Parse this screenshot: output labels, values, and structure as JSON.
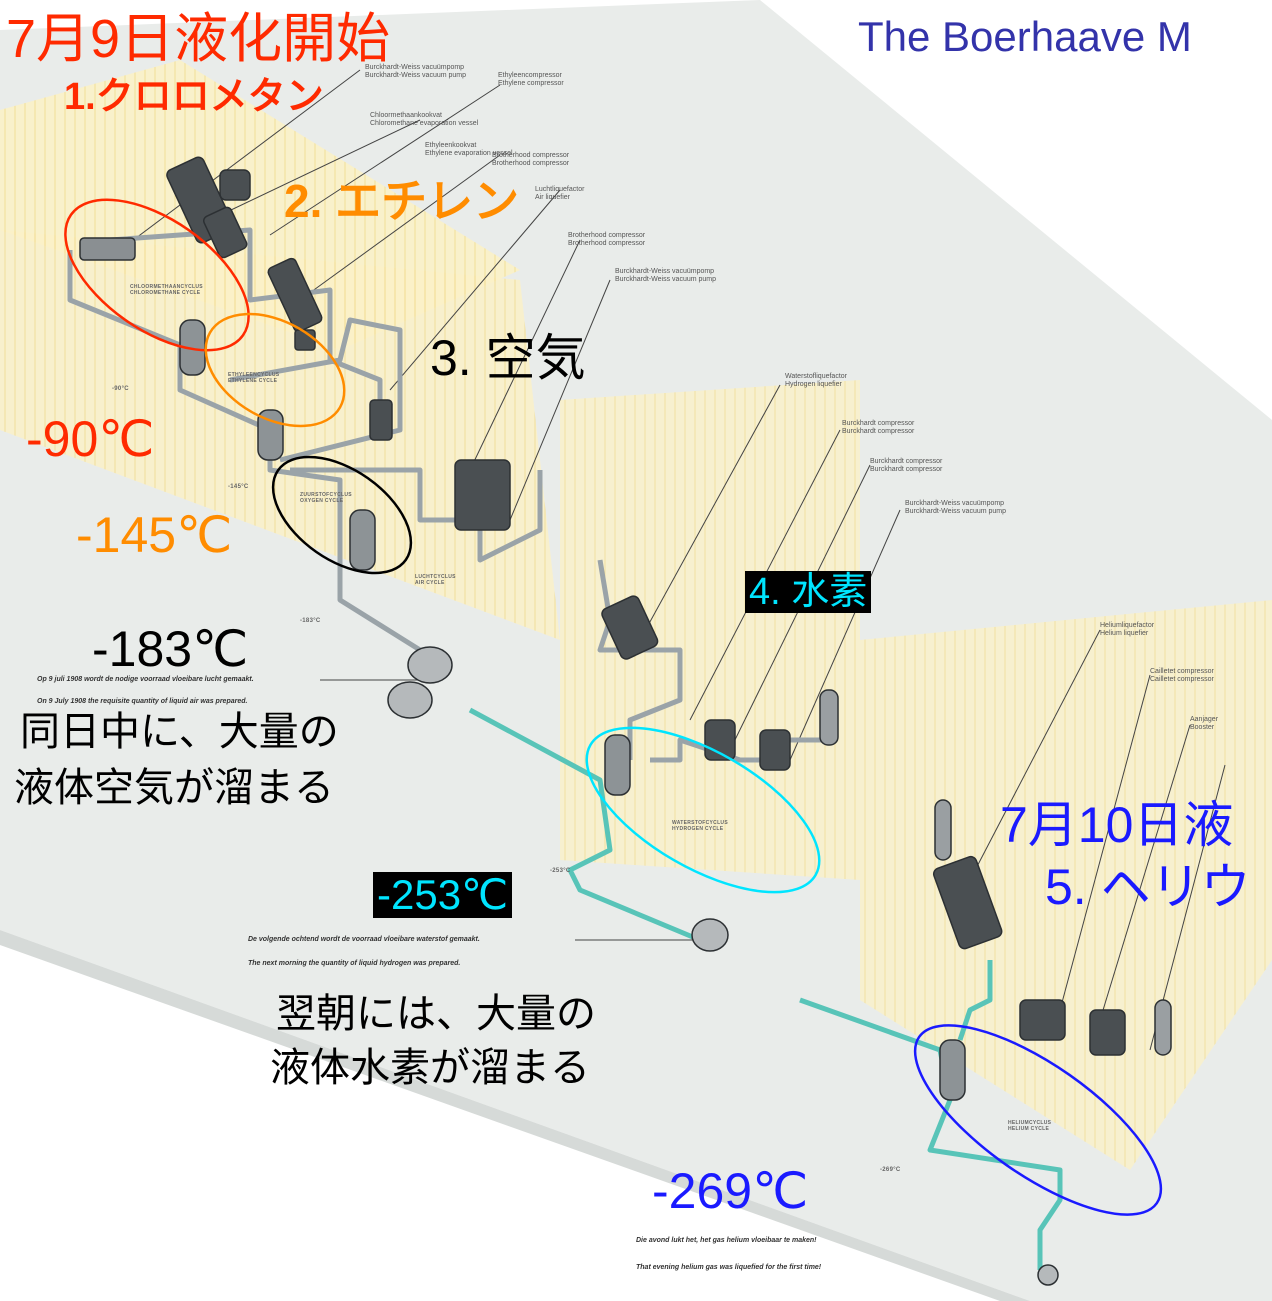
{
  "colors": {
    "red": "#ff2a00",
    "orange": "#ff8c00",
    "black": "#000000",
    "cyan": "#00e5ff",
    "blue": "#1a1aff",
    "title_blue": "#3333aa",
    "yellow_band": "#fbf1c8",
    "pipe_gray": "#9aa3a8",
    "pipe_teal": "#58c4b8"
  },
  "header": {
    "museum": "The Boerhaave M"
  },
  "annotations": {
    "start_date": "7月9日液化開始",
    "step1": "1.クロロメタン",
    "step2": "2. エチレン",
    "step3": "3. 空気",
    "step4": "4. 水素",
    "step5_date": "7月10日液",
    "step5": "5. ヘリウ",
    "temp_chloromethane": "-90℃",
    "temp_ethylene": "-145℃",
    "temp_air": "-183℃",
    "temp_hydrogen": "-253℃",
    "temp_helium": "-269℃",
    "air_note_line1": "同日中に、大量の",
    "air_note_line2": "液体空気が溜まる",
    "hydrogen_note_line1": "翌朝には、大量の",
    "hydrogen_note_line2": "液体水素が溜まる"
  },
  "poster": {
    "labels": {
      "l1_nl": "Burckhardt-Weiss vacuümpomp",
      "l1_en": "Burckhardt-Weiss vacuum pump",
      "l2_nl": "Chloormethaankookvat",
      "l2_en": "Chloromethane evaporation vessel",
      "l3_nl": "Ethyleencompressor",
      "l3_en": "Ethylene compressor",
      "l4_nl": "Ethyleenkookvat",
      "l4_en": "Ethylene evaporation vessel",
      "l5_nl": "Brotherhood compressor",
      "l5_en": "Brotherhood compressor",
      "l6_nl": "Luchtliquefactor",
      "l6_en": "Air liquefier",
      "l7_nl": "Brotherhood compressor",
      "l7_en": "Brotherhood compressor",
      "l8_nl": "Burckhardt-Weiss vacuümpomp",
      "l8_en": "Burckhardt-Weiss vacuum pump",
      "l9_nl": "Waterstofliquefactor",
      "l9_en": "Hydrogen liquefier",
      "l10_nl": "Burckhardt compressor",
      "l10_en": "Burckhardt compressor",
      "l11_nl": "Burckhardt compressor",
      "l11_en": "Burckhardt compressor",
      "l12_nl": "Burckhardt-Weiss vacuümpomp",
      "l12_en": "Burckhardt-Weiss vacuum pump",
      "l13_nl": "Heliumliquefactor",
      "l13_en": "Helium liquefier",
      "l14_nl": "Cailletet compressor",
      "l14_en": "Cailletet compressor",
      "l15_nl": "Aanjager",
      "l15_en": "Booster"
    },
    "cycles": {
      "chloro_nl": "CHLOORMETHAANCYCLUS",
      "chloro_en": "CHLOROMETHANE CYCLE",
      "ethyl_nl": "ETHYLEENCYCLUS",
      "ethyl_en": "ETHYLENE CYCLE",
      "oxygen_nl": "ZUURSTOFCYCLUS",
      "oxygen_en": "OXYGEN CYCLE",
      "air_nl": "LUCHTCYCLUS",
      "air_en": "AIR CYCLE",
      "hydrogen_nl": "WATERSTOFCYCLUS",
      "hydrogen_en": "HYDROGEN CYCLE",
      "helium_nl": "HELIUMCYCLUS",
      "helium_en": "HELIUM CYCLE"
    },
    "small_temps": {
      "t90": "-90°C",
      "t145": "-145°C",
      "t183": "-183°C",
      "t253": "-253°C",
      "t269": "-269°C"
    },
    "notes": {
      "air_nl": "Op 9 juli 1908 wordt de nodige voorraad vloeibare lucht gemaakt.",
      "air_en": "On 9 July 1908 the requisite quantity of liquid air was prepared.",
      "hydrogen_nl": "De volgende ochtend wordt de voorraad vloeibare waterstof gemaakt.",
      "hydrogen_en": "The next morning the quantity of liquid hydrogen was prepared.",
      "helium_nl": "Die avond lukt het, het gas helium vloeibaar te maken!",
      "helium_en": "That evening helium gas was liquefied for the first time!"
    }
  }
}
